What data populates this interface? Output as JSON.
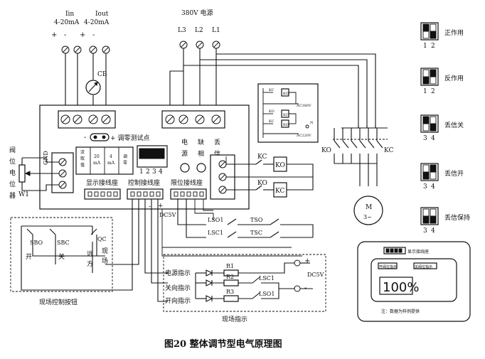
{
  "caption": "图20 整体调节型电气原理图",
  "top_labels": {
    "iin_name": "Iin",
    "iin_range": "4-20mA",
    "iout_name": "Iout",
    "iout_range": "4-20mA",
    "power_title": "380V 电源",
    "l3": "L3",
    "l2": "L2",
    "l1": "L1",
    "plus": "+",
    "minus": "-",
    "cb": "CB"
  },
  "controller": {
    "zero_test_minus": "-",
    "zero_test_label": "+ 调零测试点",
    "phase_labels_top": [
      "电",
      "缺",
      "丢"
    ],
    "phase_labels_bottom": [
      "源",
      "相",
      "信"
    ],
    "jumper_labels": [
      "流\n取\n值",
      "20\nmA",
      "4\nmA",
      "调\n零"
    ],
    "dip_numbers": [
      "1",
      "2",
      "3",
      "4"
    ],
    "display_connector": "显示接线座",
    "control_connector": "控制接线座",
    "limit_connector": "限位接线座",
    "dc5v": "DC5V",
    "plus": "+",
    "minus": "-",
    "gnd": "GND"
  },
  "valve_pot": {
    "vertical_label": [
      "阀",
      "位",
      "电",
      "位",
      "器"
    ],
    "w1": "W1"
  },
  "contactors": {
    "kc": "KC",
    "ko": "KO",
    "motor_m": "M",
    "motor_phase": "3~"
  },
  "inset": {
    "kc": "KC",
    "ko": "KO",
    "ac380": "AC380V",
    "ac220": "AC220V",
    "n": "N"
  },
  "limits": {
    "lso1": "LSO1",
    "lsc1": "LSC1",
    "tso": "TSO",
    "tsc": "TSC"
  },
  "field_control": {
    "sbo": "SBO",
    "sbc": "SBC",
    "qc": "QC",
    "open": "开",
    "close": "关",
    "remote": [
      "远",
      "方"
    ],
    "local": [
      "现",
      "场"
    ],
    "title": "现场控制按钮"
  },
  "field_indicator": {
    "power_ind": "电源指示",
    "close_ind": "关向指示",
    "open_ind": "开向指示",
    "r1": "R1",
    "r2": "R2",
    "r3": "R3",
    "lsc1": "LSC1",
    "lso1": "LSO1",
    "plus": "+",
    "minus": "-",
    "dc5v": "DC5V",
    "title": "现场指示"
  },
  "dip_settings": [
    {
      "label": "正作用",
      "nums": [
        "1",
        "2"
      ],
      "black_top": [
        true,
        false
      ]
    },
    {
      "label": "反作用",
      "nums": [
        "1",
        "2"
      ],
      "black_top": [
        false,
        true
      ]
    },
    {
      "label": "丢信关",
      "nums": [
        "3",
        "4"
      ],
      "black_top": [
        true,
        false
      ]
    },
    {
      "label": "丢信开",
      "nums": [
        "3",
        "4"
      ],
      "black_top": [
        false,
        true
      ]
    },
    {
      "label": "丢信保持",
      "nums": [
        "3",
        "4"
      ],
      "black_top": [
        false,
        false
      ]
    }
  ],
  "display_panel": {
    "header": "显示接线座",
    "left_label": "开阀位指示",
    "right_label": "关阀位指示",
    "value": "100%",
    "note": "注：数据为样例提供"
  }
}
